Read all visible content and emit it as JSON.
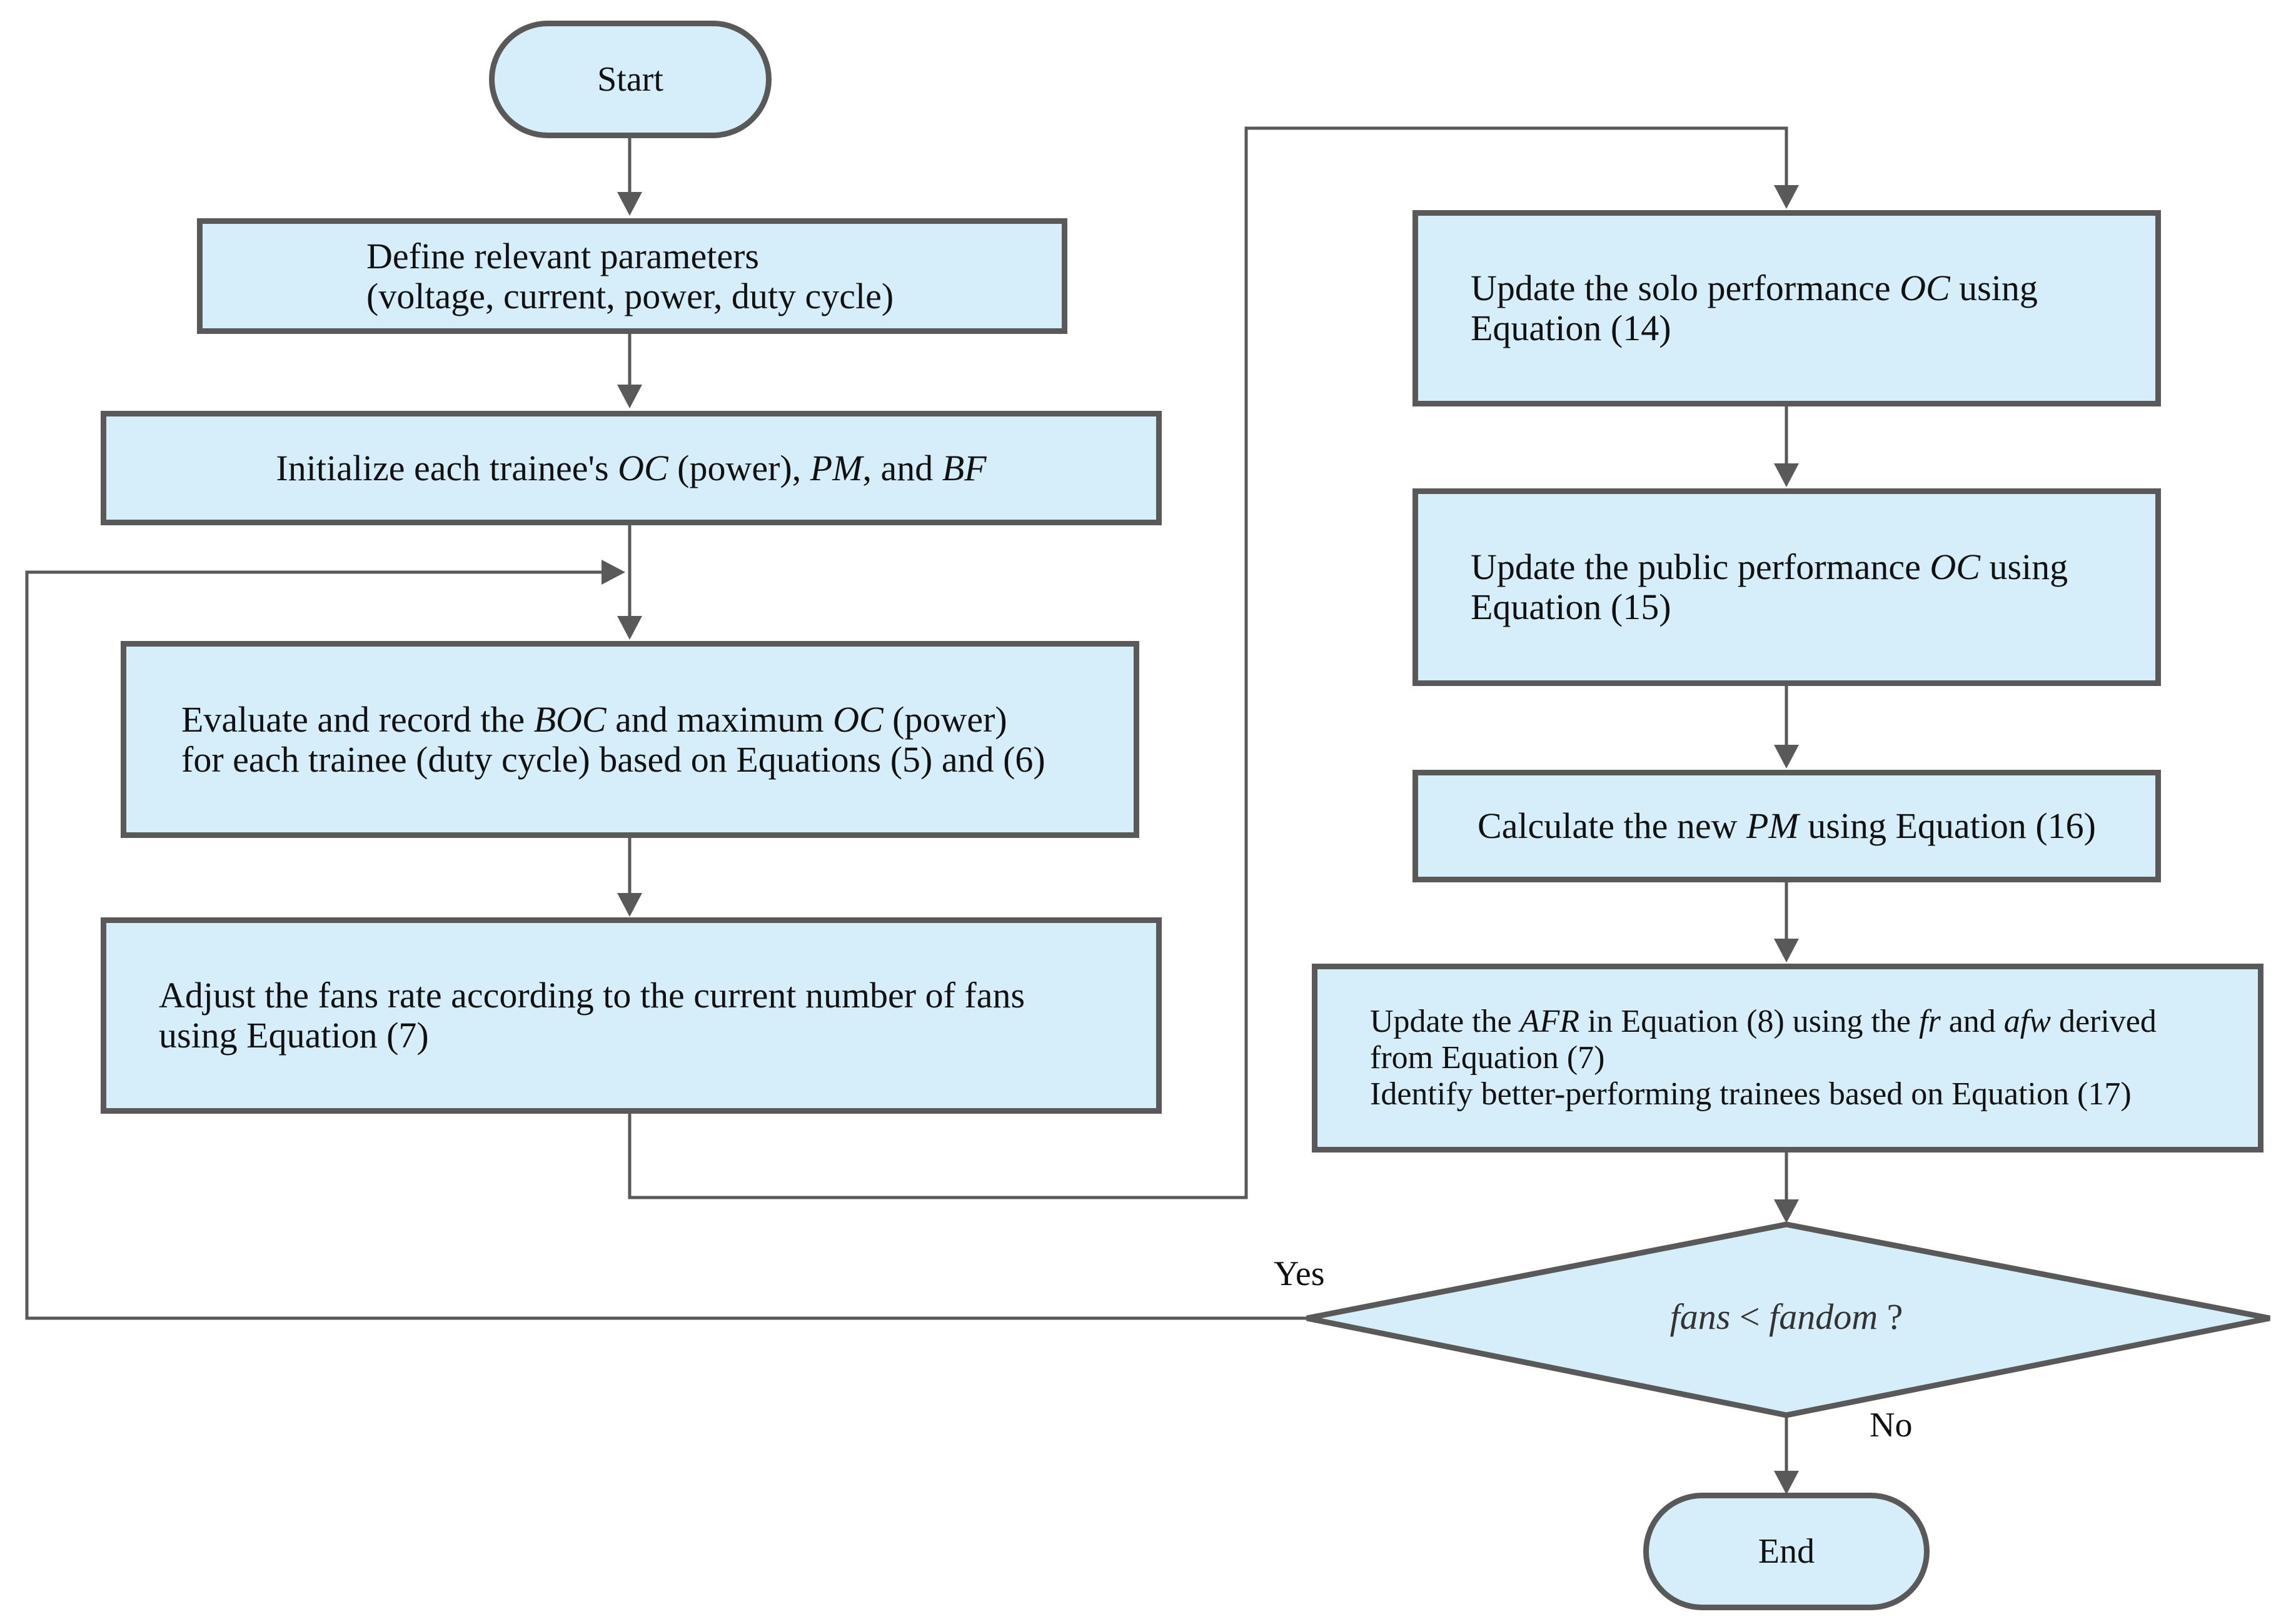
{
  "nodes": {
    "start": "Start",
    "define": {
      "line1": "Define relevant parameters",
      "line2": "(voltage, current, power, duty cycle)"
    },
    "initialize": {
      "pre": "Initialize each trainee's ",
      "oc": "OC",
      "mid1": " (power), ",
      "pm": "PM",
      "mid2": ", and ",
      "bf": "BF"
    },
    "evaluate": {
      "l1_pre": "Evaluate and record the ",
      "boc": "BOC",
      "l1_mid": " and maximum ",
      "oc": "OC",
      "l1_post": " (power)",
      "line2": "for each trainee (duty cycle) based on Equations (5) and (6)"
    },
    "adjust": {
      "line1": "Adjust the fans rate according to the current number of fans",
      "line2": "using Equation (7)"
    },
    "solo": {
      "pre": "Update the solo performance ",
      "oc": "OC",
      "post": " using",
      "line2": "Equation (14)"
    },
    "public": {
      "pre": "Update the public performance ",
      "oc": "OC",
      "post": " using",
      "line2": "Equation (15)"
    },
    "calculate": {
      "pre": "Calculate the new ",
      "pm": "PM",
      "post": " using Equation (16)"
    },
    "update_afr": {
      "l1_a": "Update the ",
      "afr": "AFR",
      "l1_b": " in Equation (8) using the ",
      "fr": "fr",
      "l1_c": " and ",
      "afw": "afw",
      "l1_d": " derived",
      "line2": "from Equation (7)",
      "line3": "Identify better-performing trainees based on Equation (17)"
    },
    "decision": {
      "fans": "fans",
      "op": " < ",
      "fandom": "fandom",
      "q": " ?"
    },
    "end": "End"
  },
  "labels": {
    "yes": "Yes",
    "no": "No"
  },
  "colors": {
    "fill": "#d6eef9",
    "stroke": "#595959",
    "line": "#595959"
  }
}
